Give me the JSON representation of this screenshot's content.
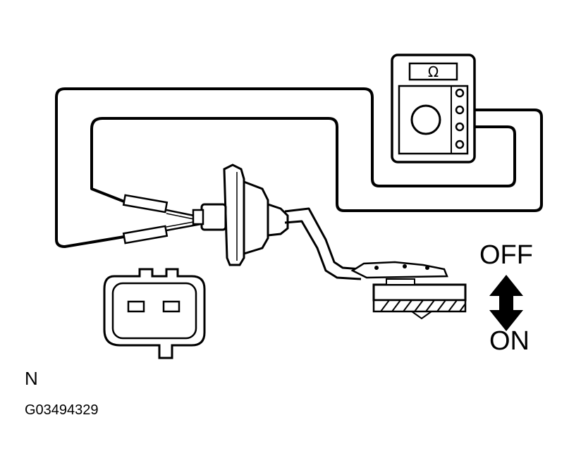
{
  "meter": {
    "display_symbol": "Ω"
  },
  "switch_labels": {
    "off": "OFF",
    "on": "ON"
  },
  "view_label": "N",
  "figure_id": "G03494329",
  "colors": {
    "line": "#000000",
    "background": "#ffffff"
  },
  "icons": {
    "ohmmeter": "ohmmeter-icon",
    "connector": "connector-icon",
    "switch_direction": "double-arrow-icon"
  }
}
